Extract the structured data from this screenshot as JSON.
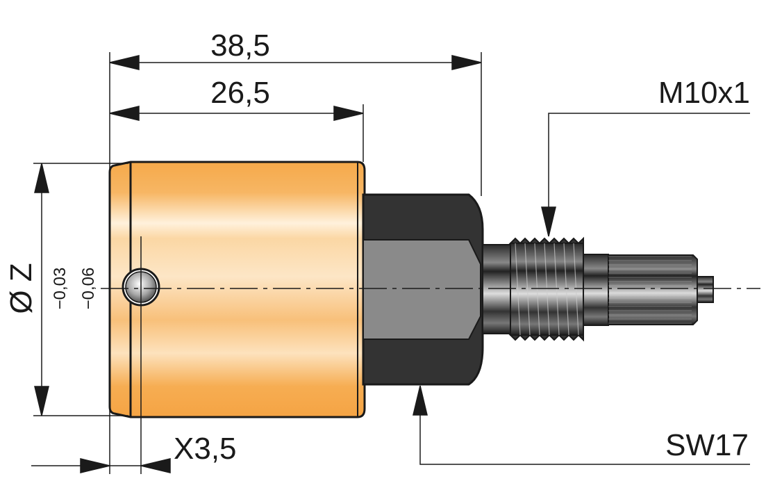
{
  "dimensions": {
    "overall_length": "38,5",
    "body_length": "26,5",
    "diameter": "Ø Z",
    "tolerance_upper": "−0,03",
    "tolerance_lower": "−0,06",
    "ball_offset": "X3,5",
    "thread": "M10x1",
    "wrench_size": "SW17"
  },
  "colors": {
    "body": "#f5a94a",
    "body_highlight": "#fff2dc",
    "hex_dark": "#333333",
    "hex_face": "#8a8a8a",
    "line": "#1a1a1a"
  }
}
